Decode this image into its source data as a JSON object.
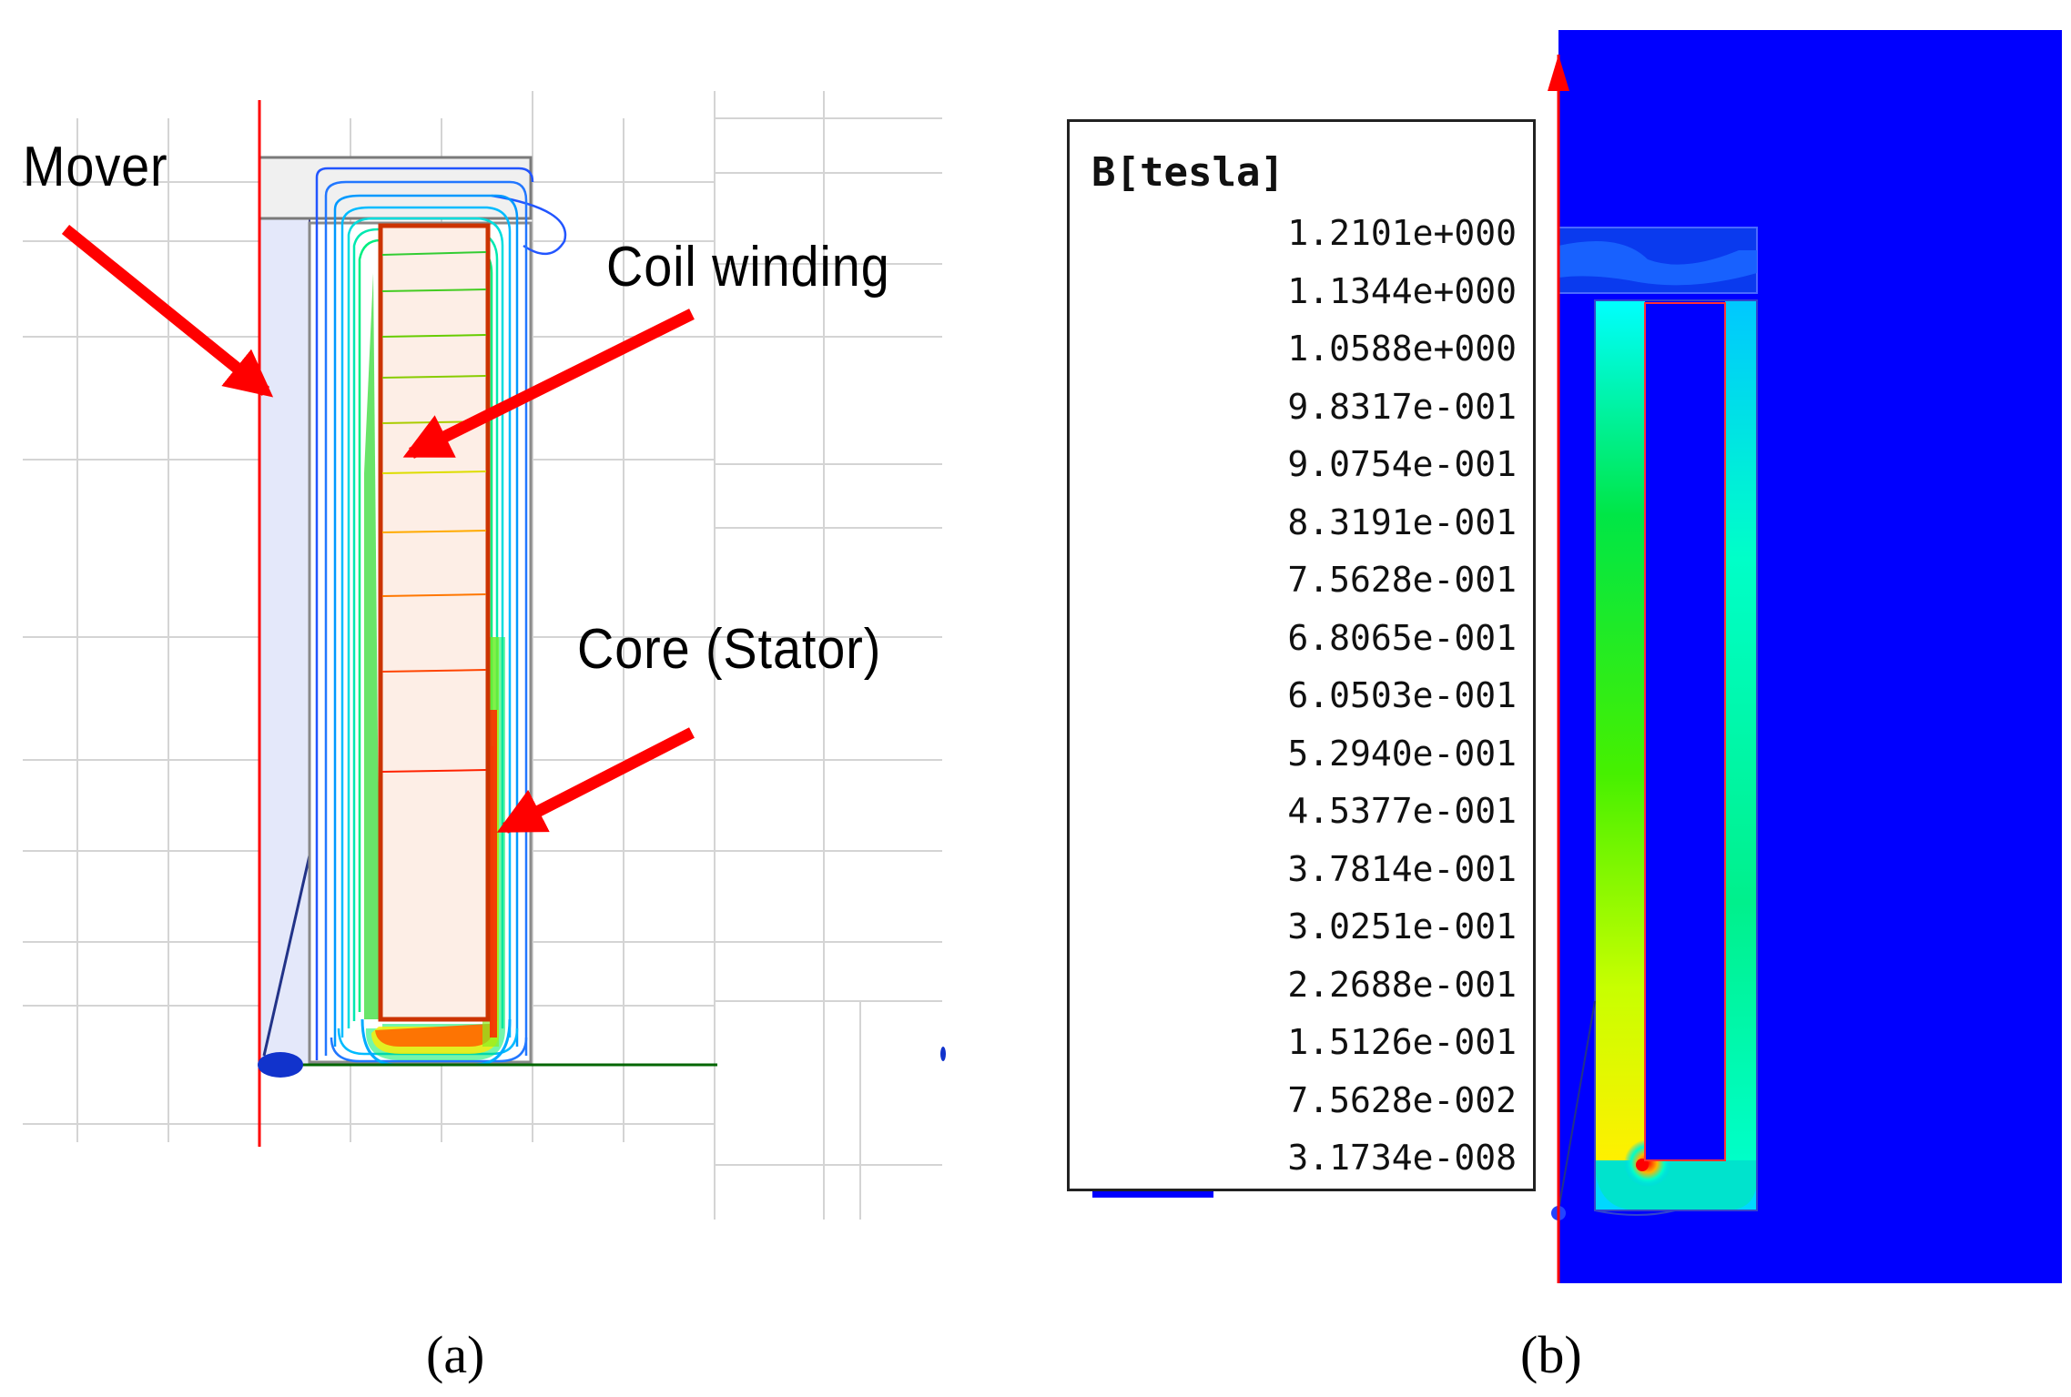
{
  "panel_a": {
    "labels": {
      "mover": "Mover",
      "coil": "Coil winding",
      "core": "Core (Stator)"
    },
    "caption": "(a)"
  },
  "panel_b": {
    "caption": "(b)",
    "legend": {
      "title": "B[tesla]",
      "values": [
        "1.2101e+000",
        "1.1344e+000",
        "1.0588e+000",
        "9.8317e-001",
        "9.0754e-001",
        "8.3191e-001",
        "7.5628e-001",
        "6.8065e-001",
        "6.0503e-001",
        "5.2940e-001",
        "4.5377e-001",
        "3.7814e-001",
        "3.0251e-001",
        "2.2688e-001",
        "1.5126e-001",
        "7.5628e-002",
        "3.1734e-008"
      ],
      "colors": [
        "#ff0000",
        "#ff3a00",
        "#ff7800",
        "#ffb400",
        "#fff000",
        "#c8ff00",
        "#8cff00",
        "#46f000",
        "#00dc00",
        "#00e646",
        "#00f08c",
        "#00ffc8",
        "#00ffff",
        "#00c8ff",
        "#0096ff",
        "#005aff",
        "#0000ff"
      ]
    }
  },
  "colors": {
    "arrow": "#ff0000",
    "field_background": "#0000ff",
    "grid": "#d0d0d0"
  }
}
